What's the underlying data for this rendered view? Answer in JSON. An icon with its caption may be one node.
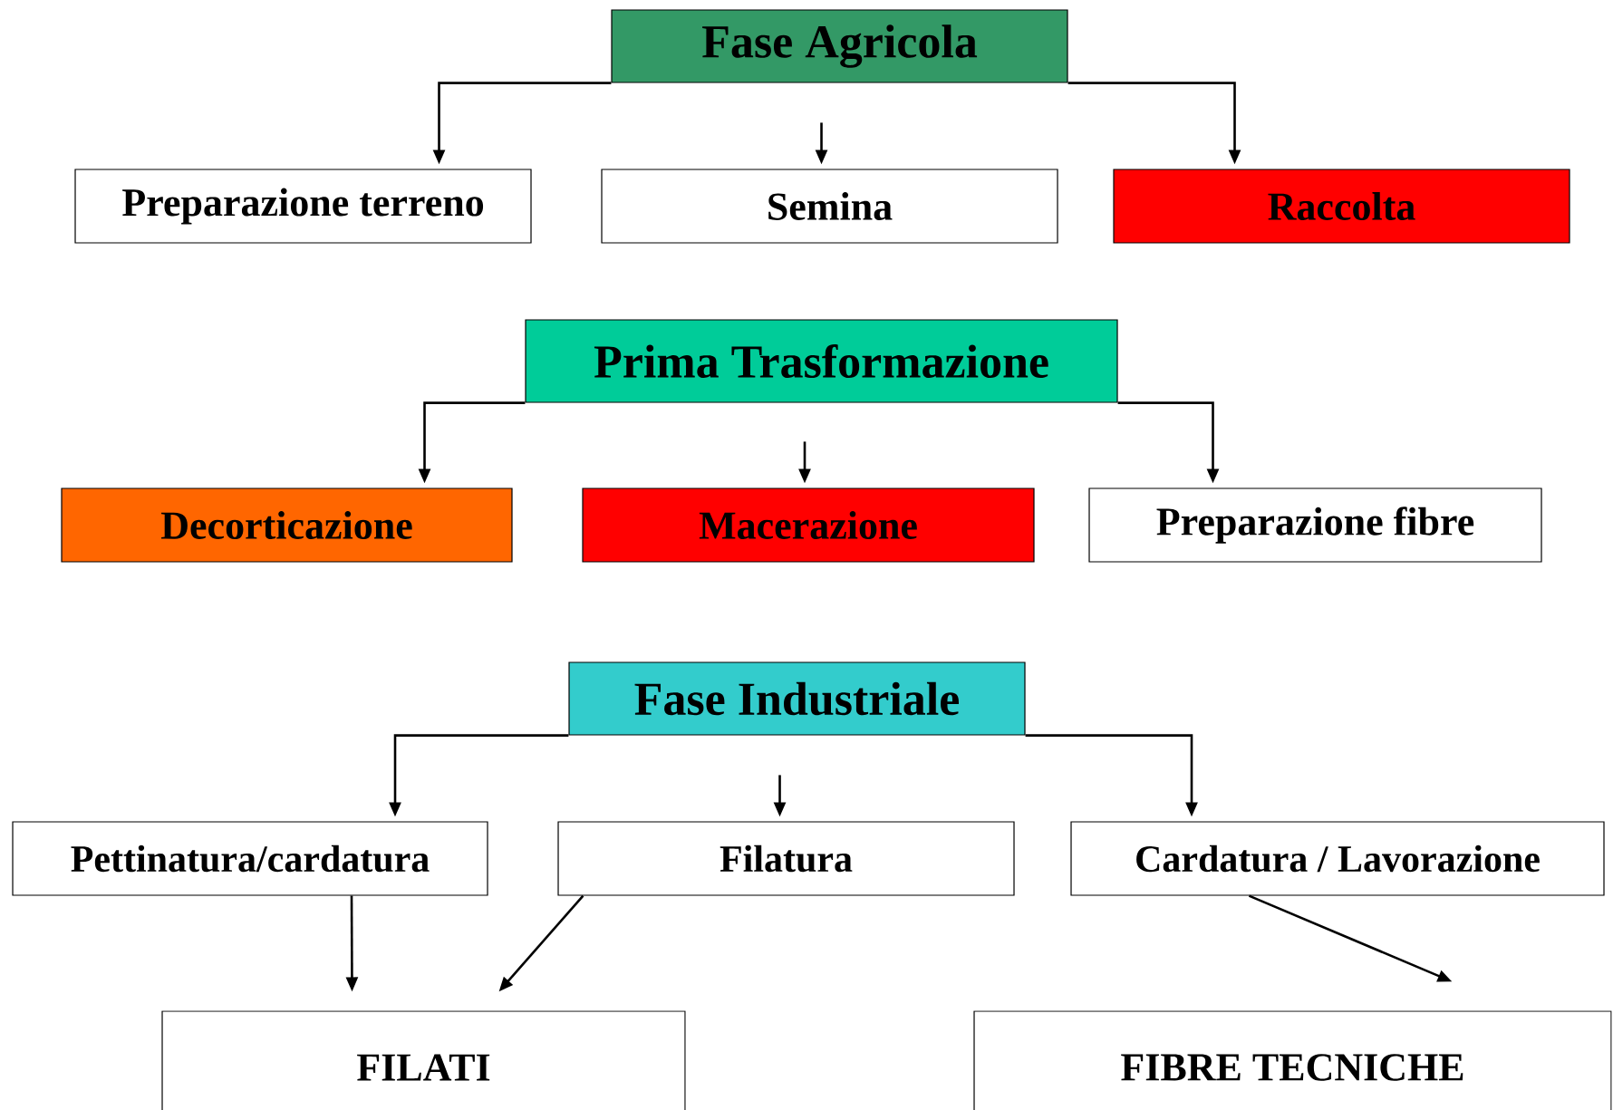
{
  "diagram": {
    "nodes": [
      {
        "text": [
          "Fase Agricola"
        ]
      },
      {
        "text": [
          "Preparazione terreno"
        ]
      },
      {
        "text": [
          "Semina"
        ]
      },
      {
        "text": [
          "Raccolta"
        ]
      },
      {
        "text": [
          "Prima Trasformazione"
        ]
      },
      {
        "text": [
          "Decorticazione"
        ]
      },
      {
        "text": [
          "Macerazione"
        ]
      },
      {
        "text": [
          "Preparazione fibre"
        ]
      },
      {
        "text": [
          "Fase Industriale"
        ]
      },
      {
        "text": [
          "Pettinatura/cardatura"
        ]
      },
      {
        "text": [
          "Filatura"
        ]
      },
      {
        "text": [
          "Cardatura / Lavorazione"
        ]
      },
      {
        "text": [
          "FILATI"
        ]
      },
      {
        "text": [
          "FIBRE TECNICHE"
        ]
      }
    ],
    "edges": [
      {
        "from": 0,
        "to": 1,
        "arrow": "to"
      },
      {
        "from": null,
        "to": 2,
        "arrow": "to"
      },
      {
        "from": 0,
        "to": 3,
        "arrow": "to"
      },
      {
        "from": 4,
        "to": 5,
        "arrow": "to"
      },
      {
        "from": null,
        "to": 6,
        "arrow": "to"
      },
      {
        "from": 4,
        "to": 7,
        "arrow": "to"
      },
      {
        "from": 8,
        "to": 9,
        "arrow": "to"
      },
      {
        "from": null,
        "to": 10,
        "arrow": "to"
      },
      {
        "from": 8,
        "to": 11,
        "arrow": "to"
      },
      {
        "from": 9,
        "to": 12,
        "arrow": "to"
      },
      {
        "from": 10,
        "to": 12,
        "arrow": "to"
      },
      {
        "from": 11,
        "to": 13,
        "arrow": "to"
      }
    ]
  }
}
